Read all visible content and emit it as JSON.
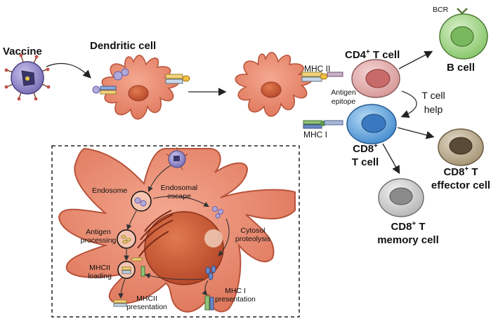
{
  "labels": {
    "vaccine": "Vaccine",
    "dendritic_cell": "Dendritic cell",
    "cd4_main": "CD4",
    "cd4_sup": "+",
    "cd4_tail": " T cell",
    "b_cell": "B cell",
    "bcr": "BCR",
    "mhc2": "MHC II",
    "mhc1": "MHC I",
    "antigen_epitope_1": "Antigen",
    "antigen_epitope_2": "epitope",
    "t_cell_help_1": "T cell",
    "t_cell_help_2": "help",
    "cd8_main": "CD8",
    "cd8_sup": "+",
    "cd8_line2": "T cell",
    "cd8_effector_main": "CD8",
    "cd8_effector_sup": "+",
    "cd8_effector_tail": " T",
    "cd8_effector_line2": "effector cell",
    "cd8_memory_main": "CD8",
    "cd8_memory_sup": "+",
    "cd8_memory_tail": " T",
    "cd8_memory_line2": "memory cell",
    "endosome": "Endosome",
    "endosomal_escape_1": "Endosomal",
    "endosomal_escape_2": "escape",
    "antigen_processing_1": "Antigen",
    "antigen_processing_2": "processing",
    "cytosol_1": "Cytosol",
    "cytosol_2": "proteolysis",
    "mhc2_loading_1": "MHCII",
    "mhc2_loading_2": "loading",
    "mhc2_presentation_1": "MHCII",
    "mhc2_presentation_2": "presentation",
    "mhc1_presentation_1": "MHC I",
    "mhc1_presentation_2": "presentation"
  },
  "colors": {
    "dendritic_cell": "#e8836a",
    "dendritic_outline": "#b8533b",
    "nucleus": "#c9502f",
    "vaccine_particle": "#8f86c8",
    "cd4_cell": "#e8b8b8",
    "cd8_cell": "#6ea8dc",
    "b_cell": "#a8d890",
    "effector_cell": "#b8a890",
    "memory_cell": "#d8d8d8",
    "mhc_yellow": "#f2d27a",
    "mhc_green": "#8fc27a",
    "mhc_blue": "#6b89c9"
  }
}
